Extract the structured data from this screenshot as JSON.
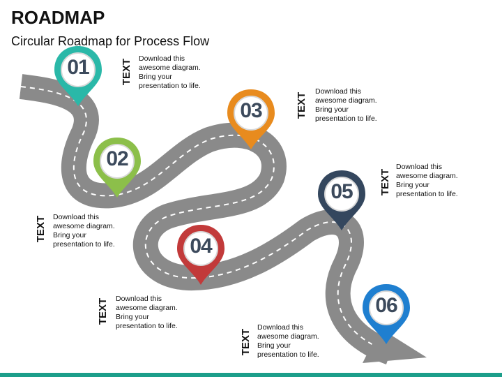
{
  "slide": {
    "title": "ROADMAP",
    "subtitle": "Circular Roadmap for Process Flow",
    "accent_color": "#1c9e8a",
    "road_color": "#8a8a8a"
  },
  "steps": [
    {
      "number": "01",
      "color": "#2ab8a8",
      "label": "TEXT",
      "lines": [
        "Download this",
        "awesome diagram.",
        "Bring your",
        "presentation to life."
      ]
    },
    {
      "number": "02",
      "color": "#8cbf4a",
      "label": "TEXT",
      "lines": [
        "Download this",
        "awesome diagram.",
        "Bring your",
        "presentation to life."
      ]
    },
    {
      "number": "03",
      "color": "#e88b1e",
      "label": "TEXT",
      "lines": [
        "Download this",
        "awesome diagram.",
        "Bring your",
        "presentation to life."
      ]
    },
    {
      "number": "04",
      "color": "#c23a3a",
      "label": "TEXT",
      "lines": [
        "Download this",
        "awesome diagram.",
        "Bring your",
        "presentation to life."
      ]
    },
    {
      "number": "05",
      "color": "#34475e",
      "label": "TEXT",
      "lines": [
        "Download this",
        "awesome diagram.",
        "Bring your",
        "presentation to life."
      ]
    },
    {
      "number": "06",
      "color": "#1f7fd0",
      "label": "TEXT",
      "lines": [
        "Download this",
        "awesome diagram.",
        "Bring your",
        "presentation to life."
      ]
    }
  ]
}
